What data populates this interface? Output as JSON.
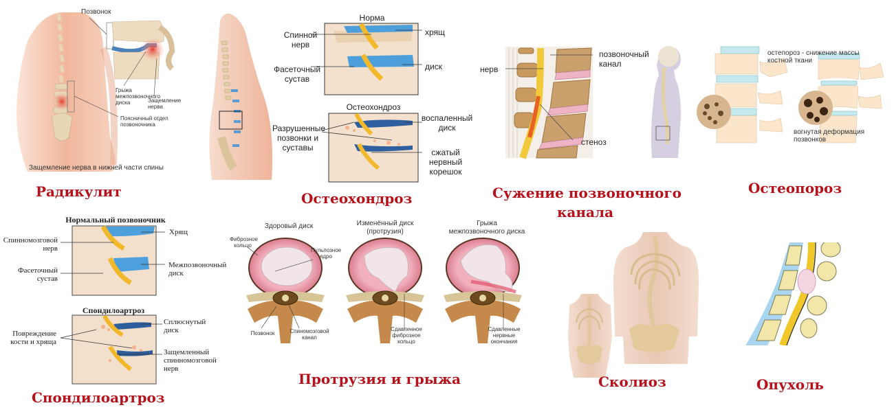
{
  "colors": {
    "title_red": "#b5121b",
    "disc_blue": "#4a9fd6",
    "bone": "#e9cfae",
    "skin": "#f2c1a8",
    "nerve_yellow": "#f2c230",
    "disc_pink": "#f0a9b4"
  },
  "panels": {
    "radiculitis": {
      "title": "Радикулит",
      "labels": {
        "vertebra": "Позвонок",
        "herniation": "Грыжа межпозвоночного диска",
        "pinched_nerve": "Защемление нерва",
        "lumbar": "Поясничный отдел позвоночника",
        "caption": "Защемление нерва в нижней части спины"
      }
    },
    "osteochondrosis": {
      "title": "Остеохондроз",
      "labels": {
        "norm_header": "Норма",
        "spinal_nerve": "Спинной нерв",
        "facet_joint": "Фасеточный сустав",
        "cartilage": "хрящ",
        "disc": "диск",
        "disease_header": "Остеохондроз",
        "destroyed": "Разрушенные позвонки и суставы",
        "inflamed_disc": "воспаленный диск",
        "compressed_root": "сжатый нервный корешок"
      }
    },
    "stenosis": {
      "title_line1": "Сужение позвоночного",
      "title_line2": "канала",
      "labels": {
        "nerve": "нерв",
        "canal": "позвоночный канал",
        "stenosis": "стеноз"
      }
    },
    "osteoporosis": {
      "title": "Остеопороз",
      "labels": {
        "mass_loss": "остепороз - снижение массы костной ткани",
        "deformation": "вогнутая деформация позвонков"
      }
    },
    "spondyloarthrosis": {
      "title": "Спондилоартроз",
      "labels": {
        "normal_header": "Нормальный позвоночник",
        "spinal_cord_nerve": "Спинномозговой нерв",
        "facet_joint": "Фасеточный сустав",
        "cartilage": "Хрящ",
        "intervertebral_disc": "Межпозвоночный диск",
        "disease_header": "Спондилоартроз",
        "damage": "Повреждение кости и хряща",
        "flattened_disc": "Сплюснутый диск",
        "pinched_nerve": "Защемленный спинномозговой нерв"
      }
    },
    "protrusion": {
      "title": "Протрузия и грыжа",
      "labels": {
        "healthy_disc": "Здоровый диск",
        "changed_disc_line1": "Изменённый диск",
        "changed_disc_line2": "(протрузия)",
        "hernia_line1": "Грыжа",
        "hernia_line2": "межпозвоночного диска",
        "annulus": "Фиброзное кольцо",
        "nucleus": "Пульпозное ядро",
        "vertebra": "Позвонок",
        "spinal_canal": "Спиномозговой канал",
        "compressed_annulus": "Сдавленное фиброзное кольцо",
        "compressed_nerves": "Сдавленные нервные окончания"
      }
    },
    "scoliosis": {
      "title": "Сколиоз"
    },
    "tumor": {
      "title": "Опухоль"
    }
  }
}
